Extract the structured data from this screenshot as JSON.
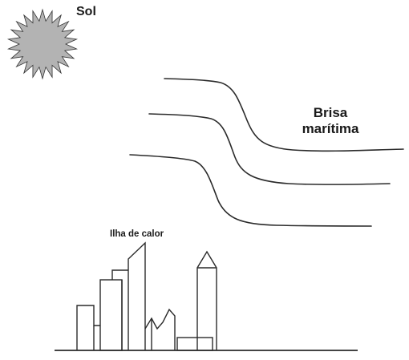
{
  "labels": {
    "sun": "Sol",
    "breeze_line1": "Brisa",
    "breeze_line2": "marítima",
    "heat_island": "Ilha de calor"
  },
  "colors": {
    "sun_fill": "#b3b3b3",
    "stroke": "#2a2a2a",
    "text": "#1a1a1a"
  },
  "icons": {
    "sun": "sun-icon"
  }
}
